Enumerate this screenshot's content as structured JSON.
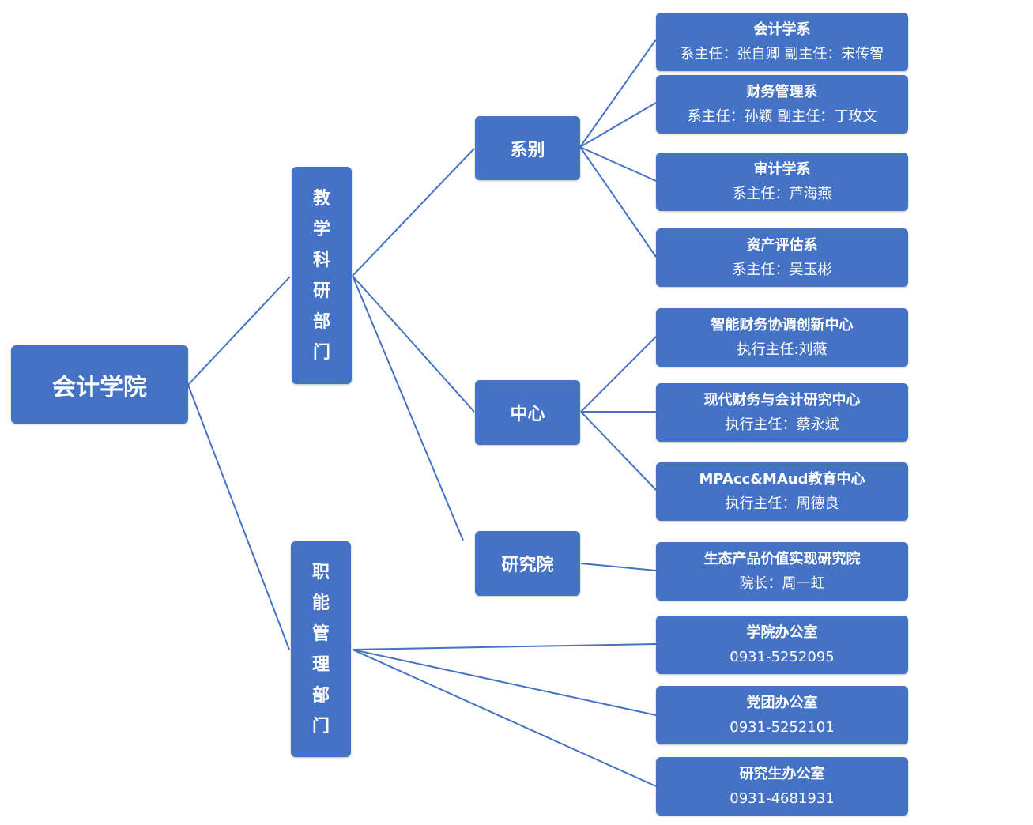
{
  "diagram": {
    "root": {
      "label": "会计学院"
    },
    "teaching": {
      "label": "教学科研部门",
      "departments": {
        "label": "系别",
        "items": [
          {
            "title": "会计学系",
            "sub": "系主任：张自卿 副主任：宋传智"
          },
          {
            "title": "财务管理系",
            "sub": "系主任：孙颖 副主任：丁玫文"
          },
          {
            "title": "审计学系",
            "sub": "系主任：芦海燕"
          },
          {
            "title": "资产评估系",
            "sub": "系主任：吴玉彬"
          }
        ]
      },
      "centers": {
        "label": "中心",
        "items": [
          {
            "title": "智能财务协调创新中心",
            "sub": "执行主任:刘薇"
          },
          {
            "title": "现代财务与会计研究中心",
            "sub": "执行主任：蔡永斌"
          },
          {
            "title": "MPAcc&MAud教育中心",
            "sub": "执行主任：周德良"
          }
        ]
      },
      "institute": {
        "label": "研究院",
        "items": [
          {
            "title": "生态产品价值实现研究院",
            "sub": "院长：周一虹"
          }
        ]
      }
    },
    "admin": {
      "label": "职能管理部门",
      "items": [
        {
          "title": "学院办公室",
          "sub": "0931-5252095"
        },
        {
          "title": "党团办公室",
          "sub": "0931-5252101"
        },
        {
          "title": "研究生办公室",
          "sub": "0931-4681931"
        }
      ]
    },
    "colors": {
      "box": "#4472C4",
      "line": "#4472C4",
      "text": "#FFFFFF"
    }
  }
}
